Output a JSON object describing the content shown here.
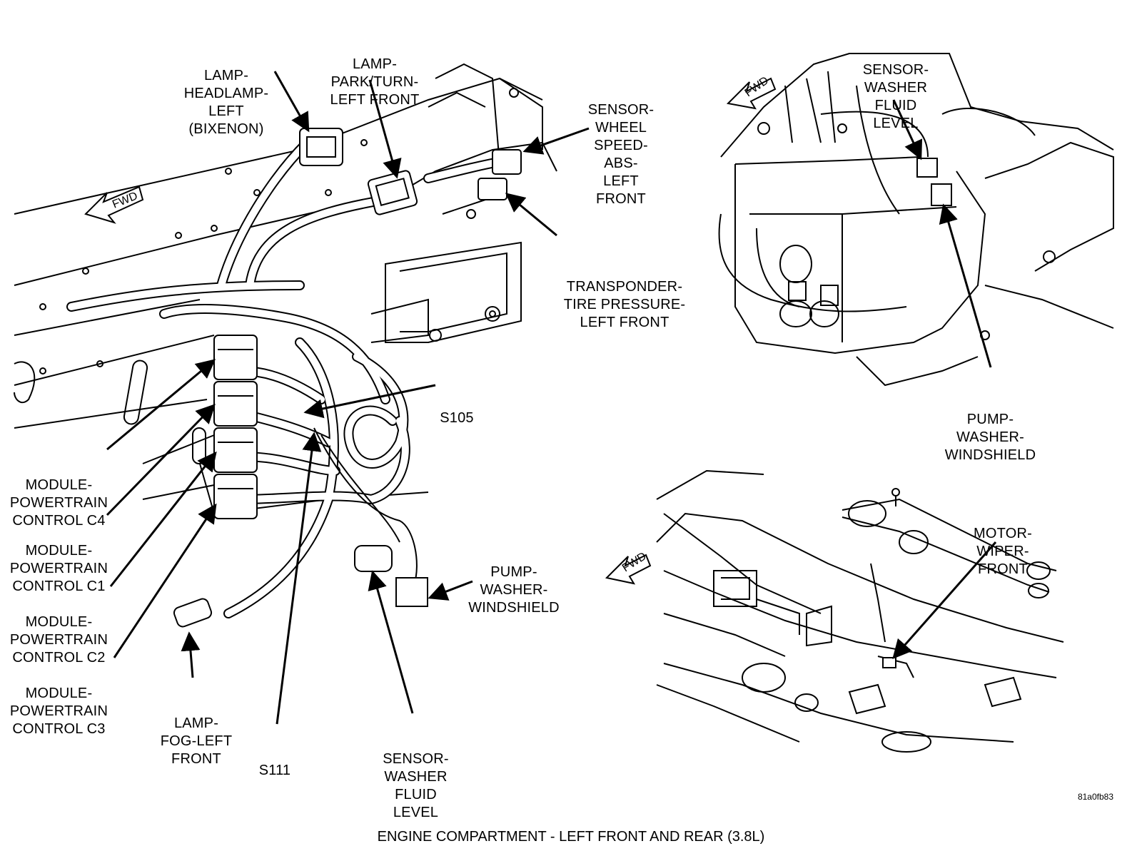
{
  "caption": "ENGINE COMPARTMENT - LEFT FRONT AND REAR    (3.8L)",
  "figure_code": "81a0fb83",
  "fwd_label": "FWD",
  "labels": {
    "headlamp": [
      "LAMP-",
      "HEADLAMP-",
      "LEFT",
      "(BIXENON)"
    ],
    "park_turn": [
      "LAMP-",
      "PARK/TURN-",
      "LEFT FRONT"
    ],
    "wheel_speed": [
      "SENSOR-",
      "WHEEL",
      "SPEED-",
      "ABS-",
      "LEFT",
      "FRONT"
    ],
    "transponder": [
      "TRANSPONDER-",
      "TIRE PRESSURE-",
      "LEFT FRONT"
    ],
    "s105": [
      "S105"
    ],
    "pcm_c4": [
      "MODULE-",
      "POWERTRAIN",
      "CONTROL C4"
    ],
    "pcm_c1": [
      "MODULE-",
      "POWERTRAIN",
      "CONTROL C1"
    ],
    "pcm_c2": [
      "MODULE-",
      "POWERTRAIN",
      "CONTROL C2"
    ],
    "pcm_c3": [
      "MODULE-",
      "POWERTRAIN",
      "CONTROL C3"
    ],
    "fog_lamp": [
      "LAMP-",
      "FOG-LEFT",
      "FRONT"
    ],
    "s111": [
      "S111"
    ],
    "washer_sensor_main": [
      "SENSOR-",
      "WASHER",
      "FLUID",
      "LEVEL"
    ],
    "pump_washer_main": [
      "PUMP-",
      "WASHER-",
      "WINDSHIELD"
    ],
    "washer_sensor_inset": [
      "SENSOR-",
      "WASHER",
      "FLUID",
      "LEVEL"
    ],
    "pump_washer_inset": [
      "PUMP-",
      "WASHER-",
      "WINDSHIELD"
    ],
    "wiper_motor": [
      "MOTOR-",
      "WIPER-",
      "FRONT"
    ]
  }
}
